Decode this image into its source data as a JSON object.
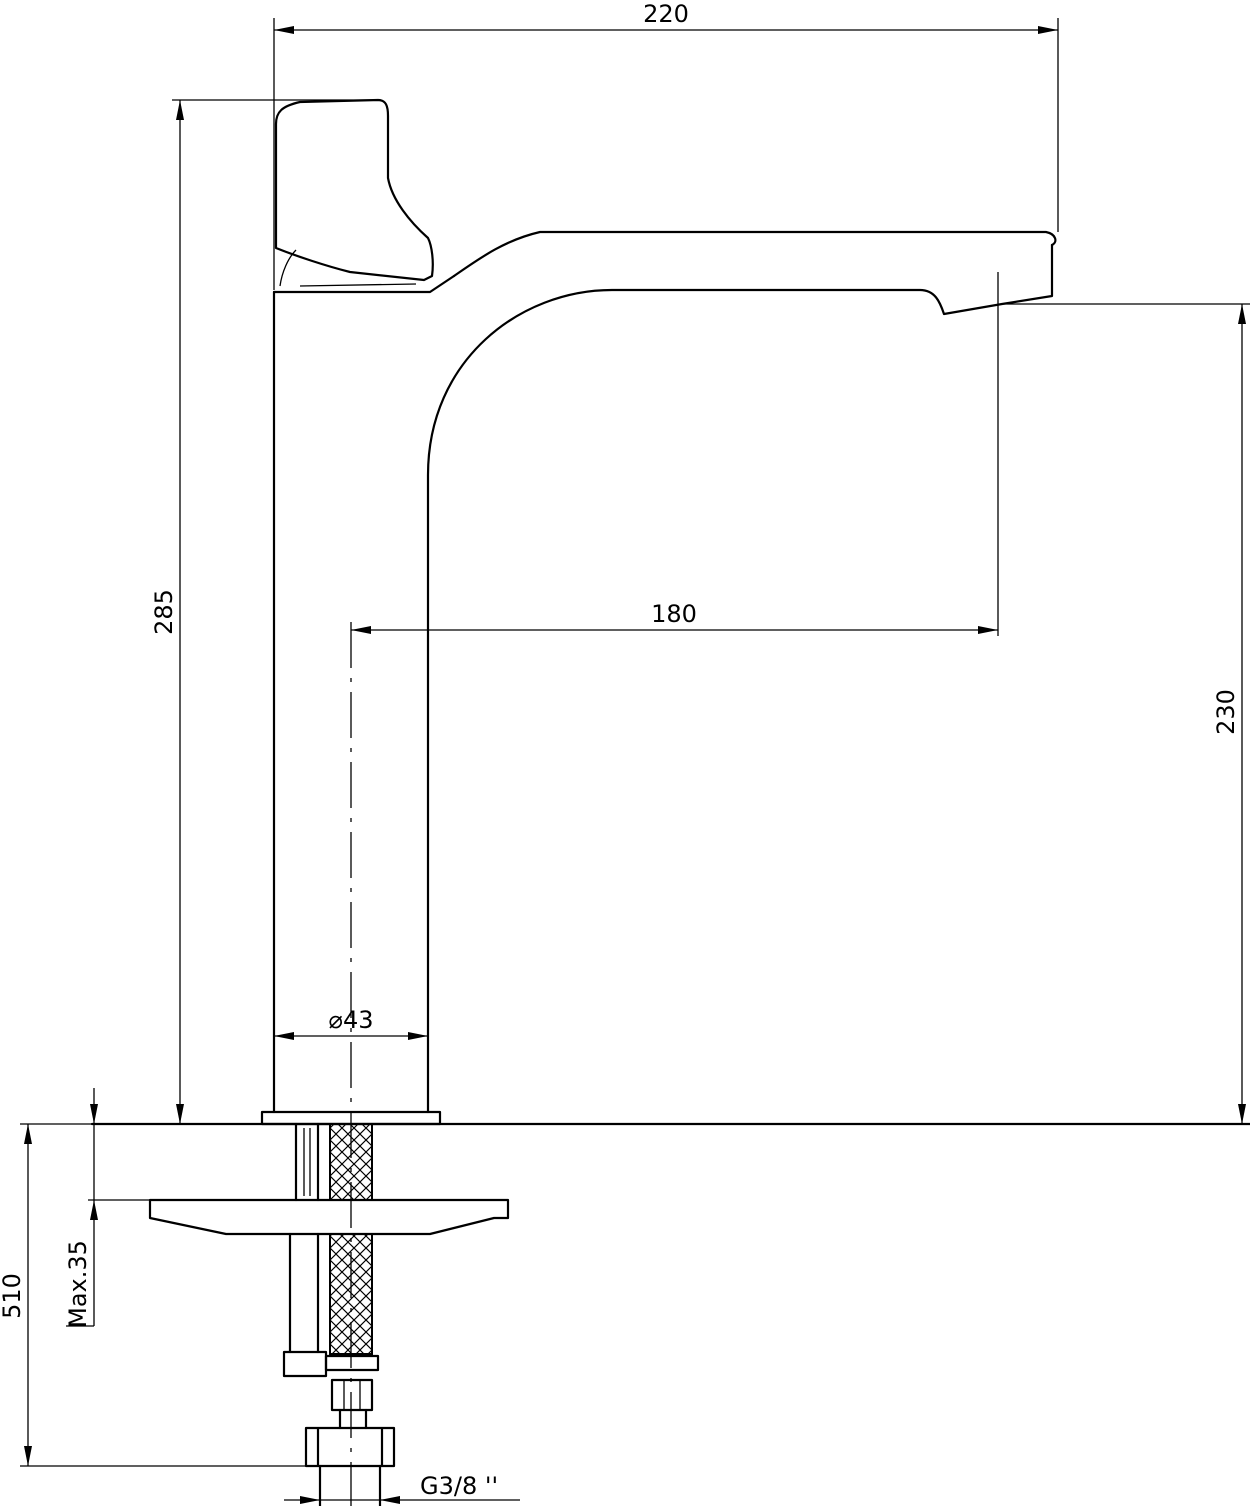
{
  "drawing": {
    "dimensions": {
      "overall_length": "220",
      "overall_height": "285",
      "spout_reach": "180",
      "spout_height": "230",
      "body_diameter": "⌀43",
      "hose_length": "510",
      "max_deck_thickness": "Max.35",
      "connection_thread": "G3/8 ''"
    }
  }
}
